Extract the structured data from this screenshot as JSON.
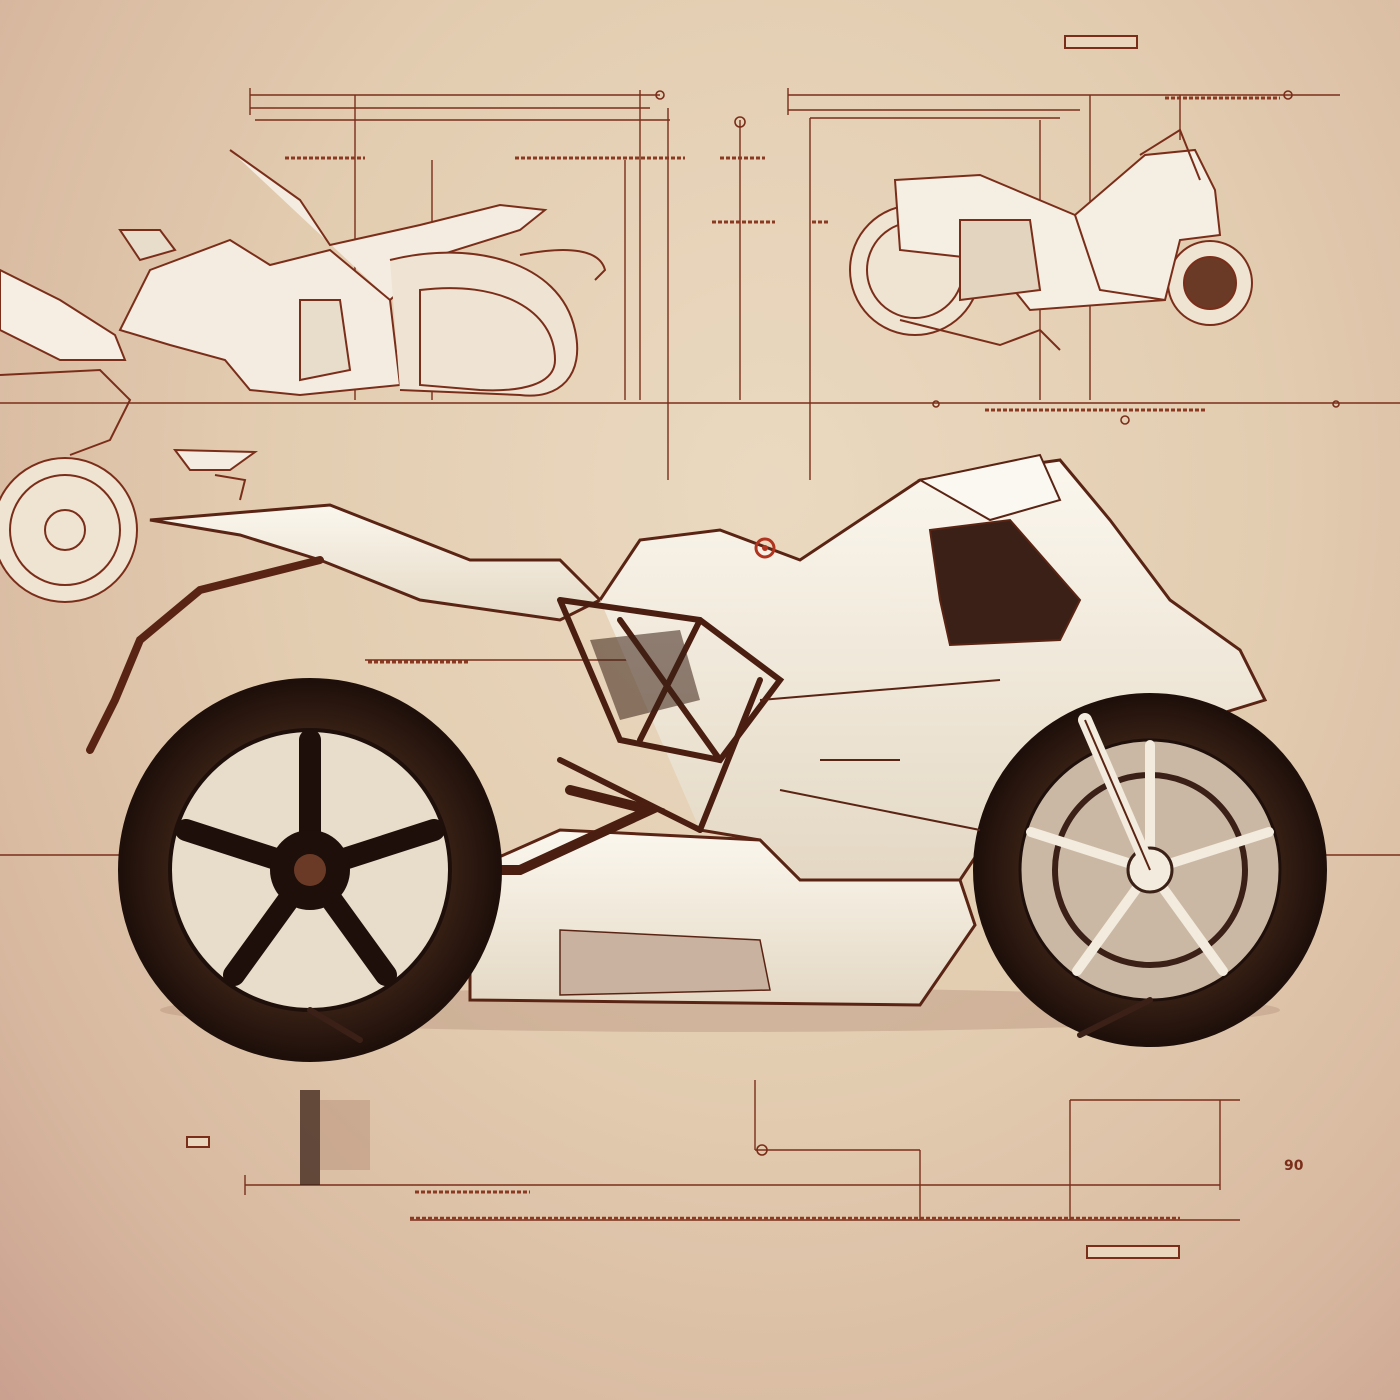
{
  "sheet": {
    "page_number": "90",
    "colors": {
      "paper": "#e6d3b9",
      "ink": "#6b2a16",
      "accent": "#b0331e",
      "body_white": "#f6f0e4",
      "tyre": "#2a1610"
    },
    "icons": [
      "motorcycle-sketch",
      "dimension-line",
      "stamp-box"
    ]
  }
}
